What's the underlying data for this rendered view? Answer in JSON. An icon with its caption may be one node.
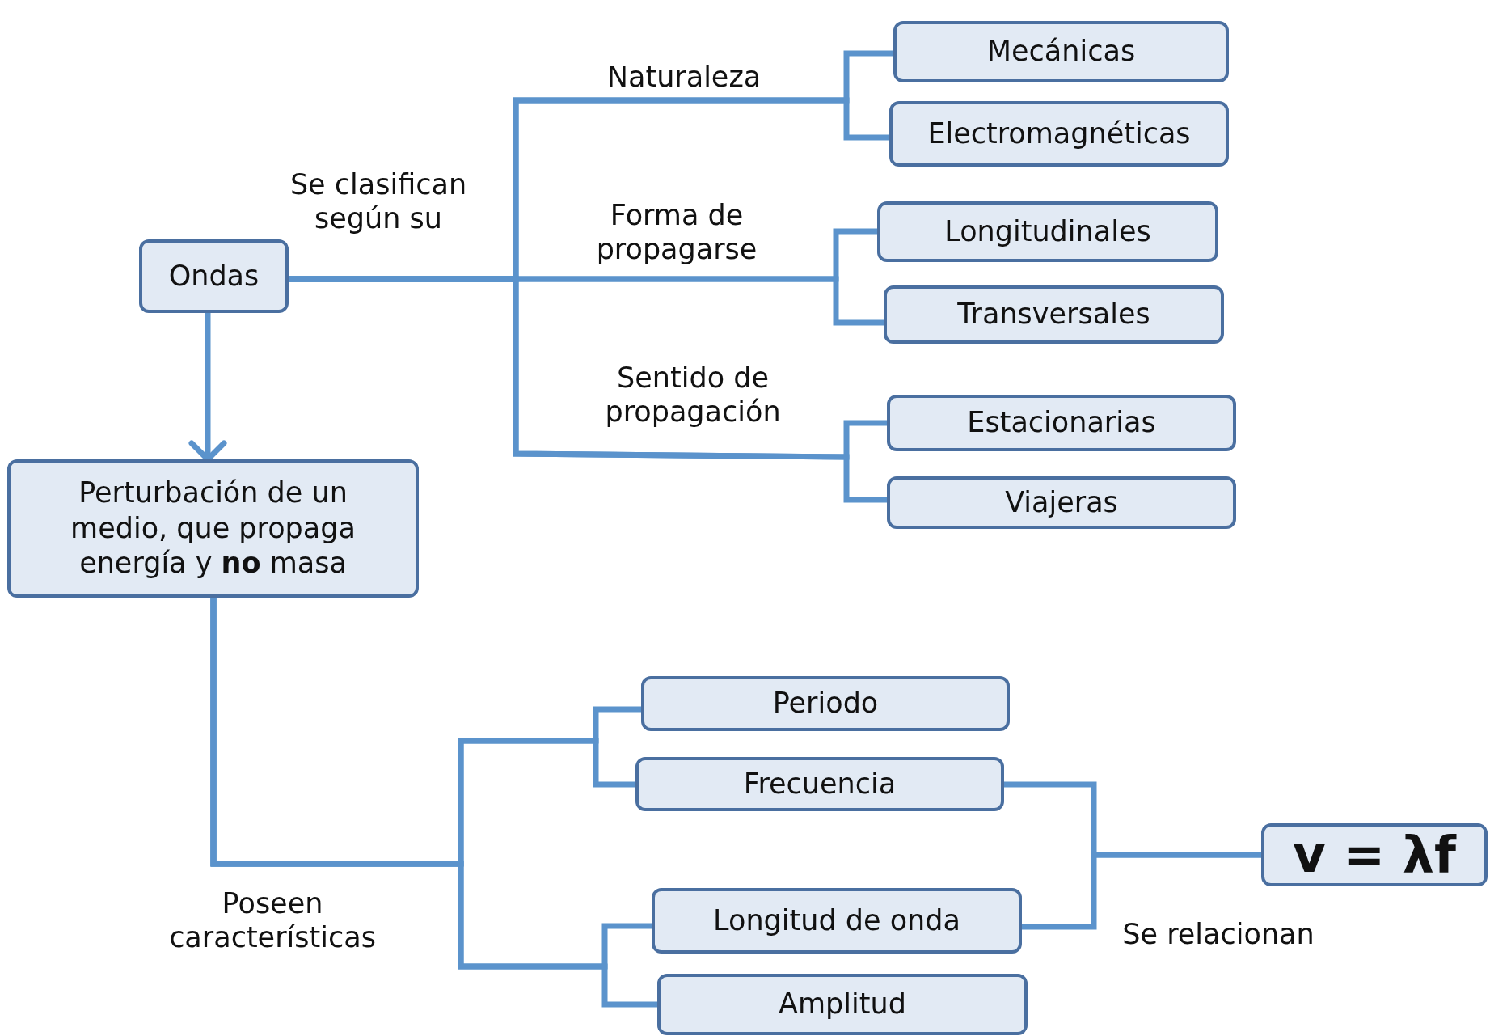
{
  "diagram": {
    "nodes": [
      {
        "text": [
          "Ondas"
        ]
      },
      {
        "text": [
          "Perturbación de un medio, que propaga energía y **no** masa"
        ]
      },
      {
        "text": [
          "Mecánicas"
        ]
      },
      {
        "text": [
          "Electromagnéticas"
        ]
      },
      {
        "text": [
          "Longitudinales"
        ]
      },
      {
        "text": [
          "Transversales"
        ]
      },
      {
        "text": [
          "Estacionarias"
        ]
      },
      {
        "text": [
          "Viajeras"
        ]
      },
      {
        "text": [
          "Periodo"
        ]
      },
      {
        "text": [
          "Frecuencia"
        ]
      },
      {
        "text": [
          "Longitud de onda"
        ]
      },
      {
        "text": [
          "Amplitud"
        ]
      },
      {
        "text": [
          "v = λf"
        ]
      }
    ],
    "edges": [
      {
        "from": 0,
        "to": 1,
        "arrow": "to"
      },
      {
        "from": 0,
        "to": 2,
        "arrow": "none"
      },
      {
        "from": 0,
        "to": 3,
        "arrow": "none"
      },
      {
        "from": 0,
        "to": 4,
        "arrow": "none"
      },
      {
        "from": 0,
        "to": 5,
        "arrow": "none"
      },
      {
        "from": 0,
        "to": 6,
        "arrow": "none"
      },
      {
        "from": 0,
        "to": 7,
        "arrow": "none"
      },
      {
        "from": 1,
        "to": 8,
        "arrow": "none"
      },
      {
        "from": 1,
        "to": 9,
        "arrow": "none"
      },
      {
        "from": 1,
        "to": 10,
        "arrow": "none"
      },
      {
        "from": 1,
        "to": 11,
        "arrow": "none"
      },
      {
        "from": 9,
        "to": 12,
        "arrow": "none"
      },
      {
        "from": 10,
        "to": 12,
        "arrow": "none"
      }
    ],
    "labels": [
      "Naturaleza",
      "Se clasifican según su",
      "Forma de propagarse",
      "Sentido de propagación",
      "Poseen características",
      "Se relacionan"
    ]
  }
}
